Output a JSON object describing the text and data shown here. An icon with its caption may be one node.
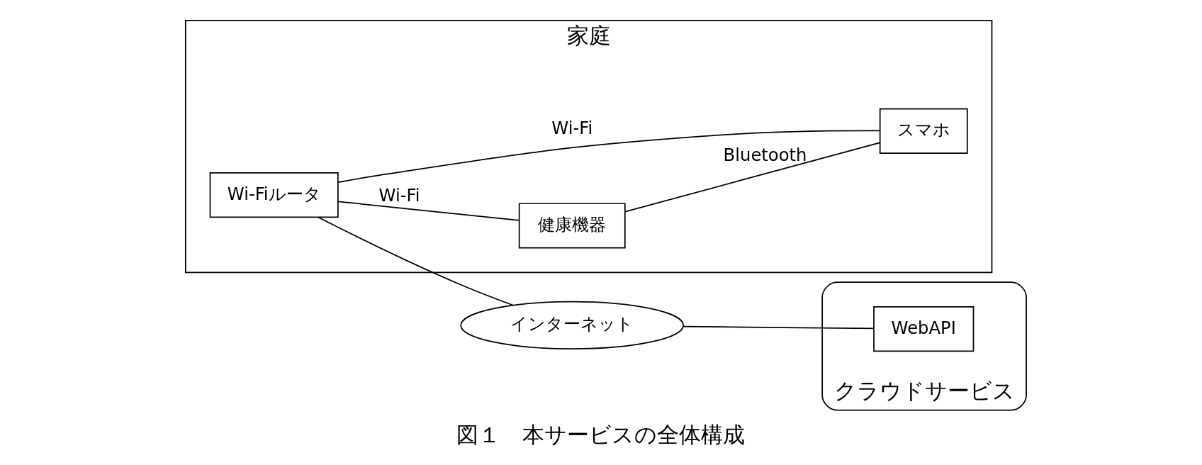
{
  "diagram": {
    "caption": "図１　本サービスの全体構成",
    "nodes": [
      {
        "text": [
          "家庭"
        ]
      },
      {
        "text": [
          "Wi-Fiルータ"
        ],
        "in": 0
      },
      {
        "text": [
          "健康機器"
        ],
        "in": 0
      },
      {
        "text": [
          "スマホ"
        ],
        "in": 0
      },
      {
        "text": [
          "インターネット"
        ]
      },
      {
        "text": [
          "クラウドサービス"
        ]
      },
      {
        "text": [
          "WebAPI"
        ],
        "in": 5
      }
    ],
    "edges": [
      {
        "from": 1,
        "to": 2,
        "arrow": "none",
        "label": "Wi-Fi"
      },
      {
        "from": 1,
        "to": 3,
        "arrow": "none",
        "label": "Wi-Fi"
      },
      {
        "from": 2,
        "to": 3,
        "arrow": "none",
        "label": "Bluetooth"
      },
      {
        "from": 1,
        "to": 4,
        "arrow": "none"
      },
      {
        "from": 4,
        "to": 6,
        "arrow": "none"
      }
    ]
  }
}
